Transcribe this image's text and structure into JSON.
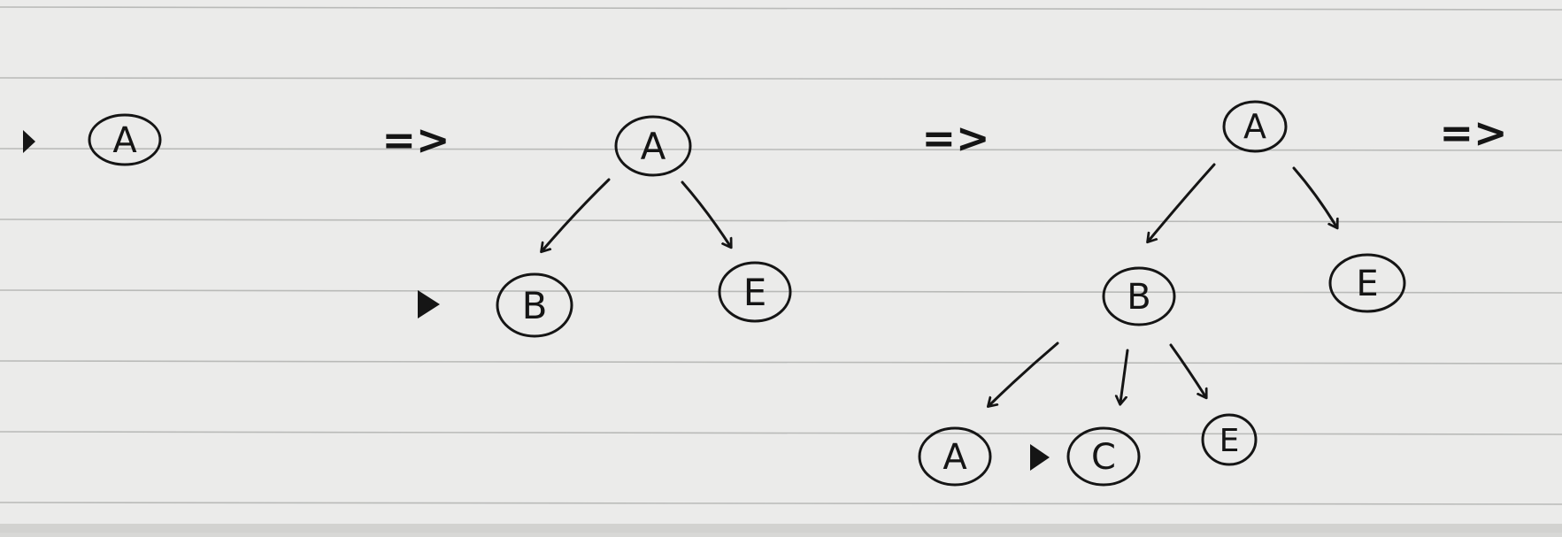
{
  "paper": {
    "color": "#ebebea",
    "line_color": "#b9bab8",
    "ink_color": "#151515"
  },
  "arrow_glyph": "=>",
  "stages": [
    {
      "nodes": [
        "A"
      ],
      "marker_on": "A"
    },
    {
      "nodes": [
        "A",
        "B",
        "E"
      ],
      "marker_on": "B"
    },
    {
      "nodes": [
        "A",
        "B",
        "E",
        "A",
        "C",
        "E"
      ],
      "marker_on": "C"
    }
  ],
  "edges": [
    [
      "A",
      "B"
    ],
    [
      "A",
      "E"
    ],
    [
      "A",
      "B"
    ],
    [
      "A",
      "E"
    ],
    [
      "B",
      "A"
    ],
    [
      "B",
      "C"
    ],
    [
      "B",
      "E"
    ]
  ]
}
